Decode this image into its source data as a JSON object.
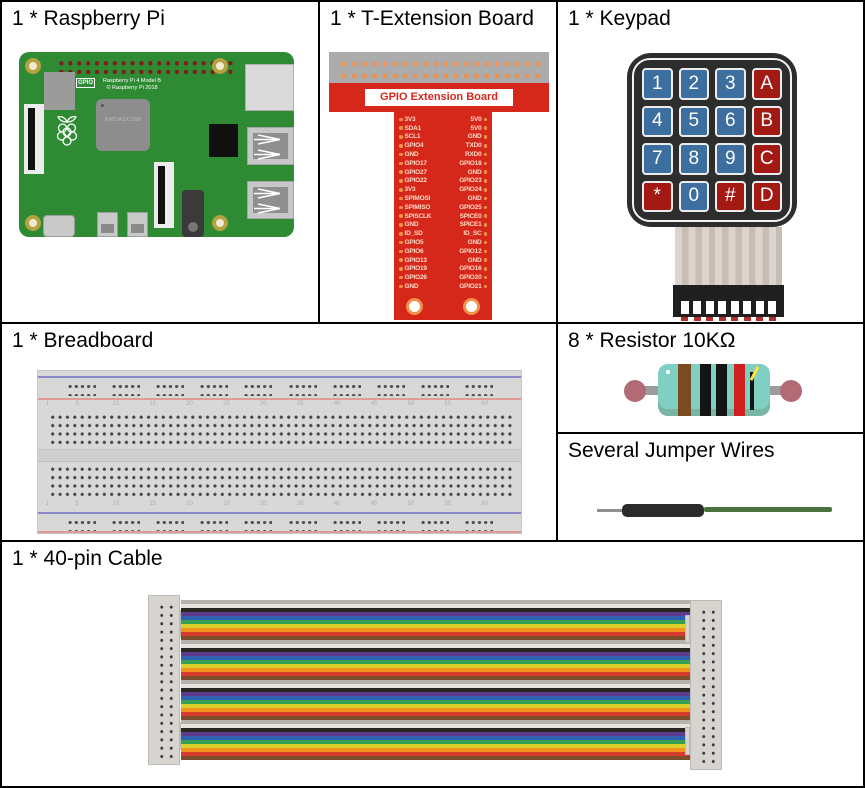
{
  "cells": {
    "raspberry_pi": {
      "title": "1 * Raspberry Pi",
      "gpio_label": "GPIO",
      "model_line1": "Raspberry Pi 4 Model B",
      "model_line2": "© Raspberry Pi 2018",
      "chip_label": "BROADCOM"
    },
    "t_extension_board": {
      "title": "1 * T-Extension Board",
      "board_label": "GPIO Extension Board",
      "pin_rows": [
        {
          "left": "3V3",
          "right": "5V0"
        },
        {
          "left": "SDA1",
          "right": "5V0"
        },
        {
          "left": "SCL1",
          "right": "GND"
        },
        {
          "left": "GPIO4",
          "right": "TXD0"
        },
        {
          "left": "GND",
          "right": "RXD0"
        },
        {
          "left": "GPIO17",
          "right": "GPIO18"
        },
        {
          "left": "GPIO27",
          "right": "GND"
        },
        {
          "left": "GPIO22",
          "right": "GPIO23"
        },
        {
          "left": "3V3",
          "right": "GPIO24"
        },
        {
          "left": "SPIMOSI",
          "right": "GND"
        },
        {
          "left": "SPIMISO",
          "right": "GPIO25"
        },
        {
          "left": "SPISCLK",
          "right": "SPICE0"
        },
        {
          "left": "GND",
          "right": "SPICE1"
        },
        {
          "left": "ID_SD",
          "right": "ID_SC"
        },
        {
          "left": "GPIO5",
          "right": "GND"
        },
        {
          "left": "GPIO6",
          "right": "GPIO12"
        },
        {
          "left": "GPIO13",
          "right": "GND"
        },
        {
          "left": "GPIO19",
          "right": "GPIO16"
        },
        {
          "left": "GPIO26",
          "right": "GPIO20"
        },
        {
          "left": "GND",
          "right": "GPIO21"
        }
      ]
    },
    "keypad": {
      "title": "1 * Keypad",
      "keys": [
        {
          "label": "1",
          "type": "blue"
        },
        {
          "label": "2",
          "type": "blue"
        },
        {
          "label": "3",
          "type": "blue"
        },
        {
          "label": "A",
          "type": "red"
        },
        {
          "label": "4",
          "type": "blue"
        },
        {
          "label": "5",
          "type": "blue"
        },
        {
          "label": "6",
          "type": "blue"
        },
        {
          "label": "B",
          "type": "red"
        },
        {
          "label": "7",
          "type": "blue"
        },
        {
          "label": "8",
          "type": "blue"
        },
        {
          "label": "9",
          "type": "blue"
        },
        {
          "label": "C",
          "type": "red"
        },
        {
          "label": "*",
          "type": "red"
        },
        {
          "label": "0",
          "type": "blue"
        },
        {
          "label": "#",
          "type": "red"
        },
        {
          "label": "D",
          "type": "red"
        }
      ]
    },
    "breadboard": {
      "title": "1 * Breadboard",
      "column_numbers": [
        "1",
        "5",
        "10",
        "15",
        "20",
        "25",
        "30",
        "35",
        "40",
        "45",
        "50",
        "55",
        "60"
      ]
    },
    "resistor": {
      "title": "8 * Resistor 10KΩ",
      "band_colors": [
        "#7a4a21",
        "#141414",
        "#141414",
        "#cf1f1f",
        "#141414"
      ]
    },
    "jumper_wires": {
      "title": "Several Jumper Wires"
    },
    "cable": {
      "title": "1 * 40-pin Cable",
      "wire_count": 40,
      "ribbon_cycle": [
        "#b6b2ac",
        "#e7e4df",
        "#2a2722",
        "#5e3d8f",
        "#3061b0",
        "#33a055",
        "#ddcf2c",
        "#f0931f",
        "#d53a2c",
        "#7d4e2c"
      ]
    }
  },
  "colors": {
    "pi_board_green": "#2e8b33",
    "ext_board_red": "#d6271b",
    "ext_pin_orange": "#f0924d",
    "keypad_blue": "#3c6e9f",
    "keypad_red": "#a31a15",
    "resistor_body_teal": "#7fd0c2",
    "jumper_green": "#4a7340"
  }
}
